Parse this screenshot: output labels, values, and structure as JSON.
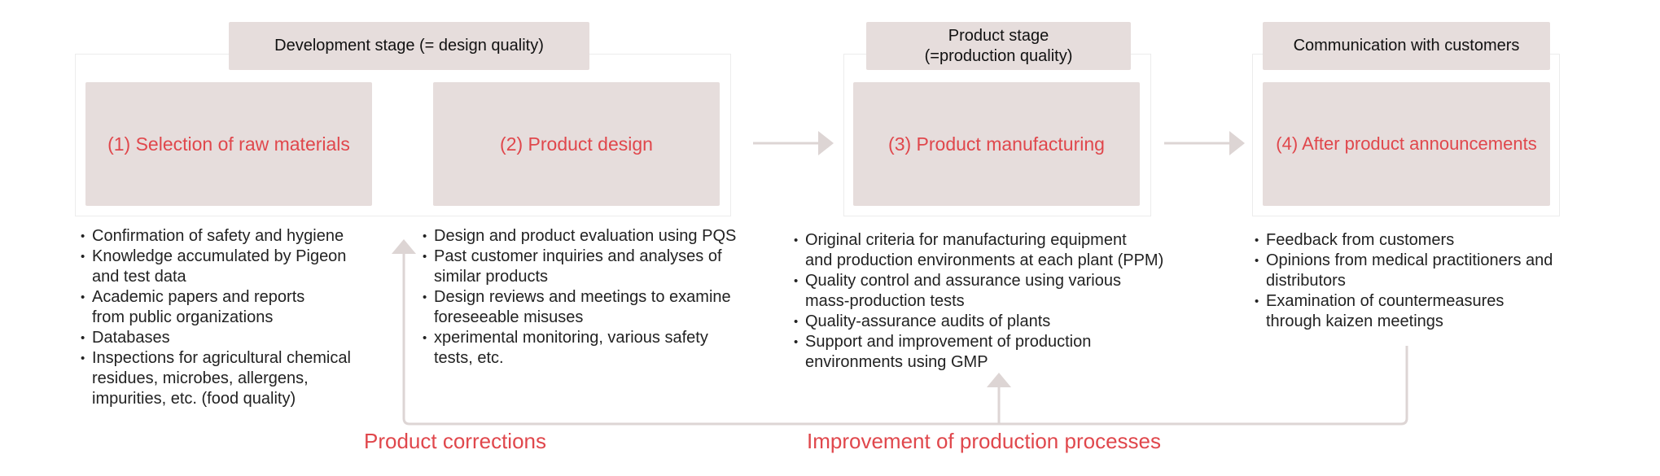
{
  "stages": {
    "development": "Development stage (= design quality)",
    "product": "Product stage\n(=production quality)",
    "communication": "Communication with customers"
  },
  "steps": [
    {
      "label": "(1) Selection of raw materials",
      "details": [
        "Confirmation of safety and hygiene",
        "Knowledge accumulated by Pigeon\n and test data",
        "Academic papers and reports\nfrom public organizations",
        "Databases",
        "Inspections for agricultural chemical\nresidues, microbes, allergens,\nimpurities, etc. (food quality)"
      ]
    },
    {
      "label": "(2) Product design",
      "details": [
        "Design and product evaluation using PQS",
        "Past customer inquiries and analyses of\nsimilar products",
        "Design reviews and meetings to examine\nforeseeable misuses",
        "xperimental monitoring, various safety\ntests, etc."
      ]
    },
    {
      "label": "(3) Product manufacturing",
      "details": [
        "Original criteria for manufacturing  equipment\nand production environments  at each plant (PPM)",
        "Quality control and assurance using various\n mass-production tests",
        "Quality-assurance audits of plants",
        "Support and improvement of production\nenvironments using GMP"
      ]
    },
    {
      "label": "(4) After product announcements",
      "details": [
        "Feedback from customers",
        "Opinions from medical practitioners and\ndistributors",
        "Examination of countermeasures\n through kaizen meetings"
      ]
    }
  ],
  "feedback": {
    "product_corrections": "Product corrections",
    "process_improvement": "Improvement of production processes"
  },
  "colors": {
    "accent": "#e0474c",
    "box_fill": "#e6dddc",
    "connector": "#ddd5d4"
  }
}
